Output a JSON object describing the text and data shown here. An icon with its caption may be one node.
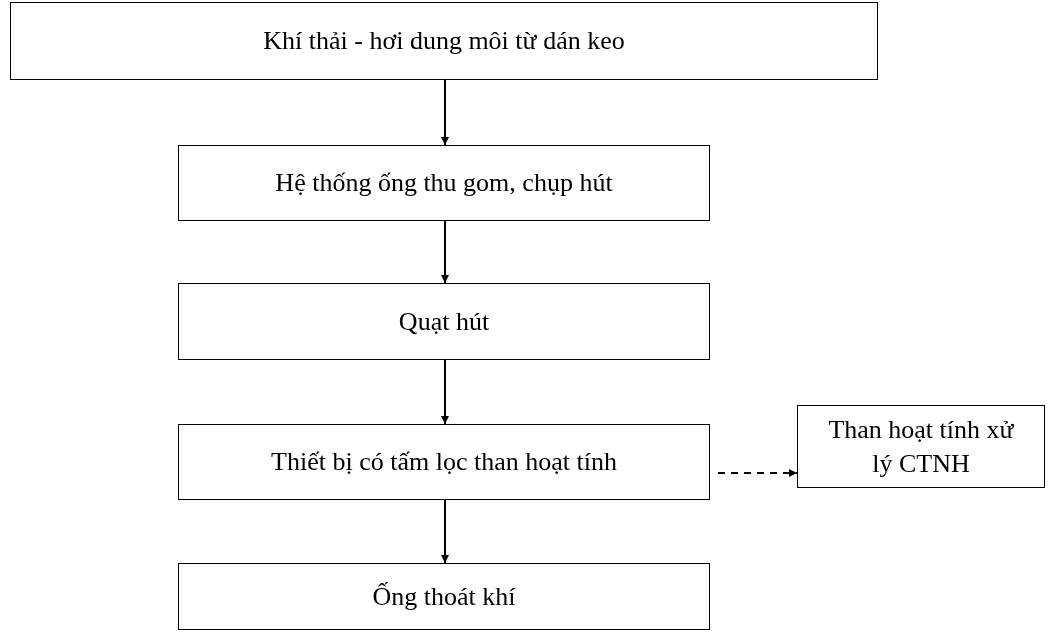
{
  "diagram": {
    "nodes": [
      {
        "text": [
          "Khí thải - hơi dung môi từ dán keo"
        ]
      },
      {
        "text": [
          "Hệ thống ống thu gom, chụp hút"
        ]
      },
      {
        "text": [
          "Quạt hút"
        ]
      },
      {
        "text": [
          "Thiết bị có tấm lọc than hoạt tính"
        ]
      },
      {
        "text": [
          "Ống thoát khí"
        ]
      },
      {
        "text": [
          "Than hoạt tính xử lý CTNH"
        ]
      }
    ],
    "edges": [
      {
        "from": 0,
        "to": 1,
        "arrow": "to"
      },
      {
        "from": 1,
        "to": 2,
        "arrow": "to"
      },
      {
        "from": 2,
        "to": 3,
        "arrow": "to"
      },
      {
        "from": 3,
        "to": 4,
        "arrow": "to"
      },
      {
        "from": 3,
        "to": 5,
        "arrow": "to",
        "style": "dashed"
      }
    ]
  }
}
